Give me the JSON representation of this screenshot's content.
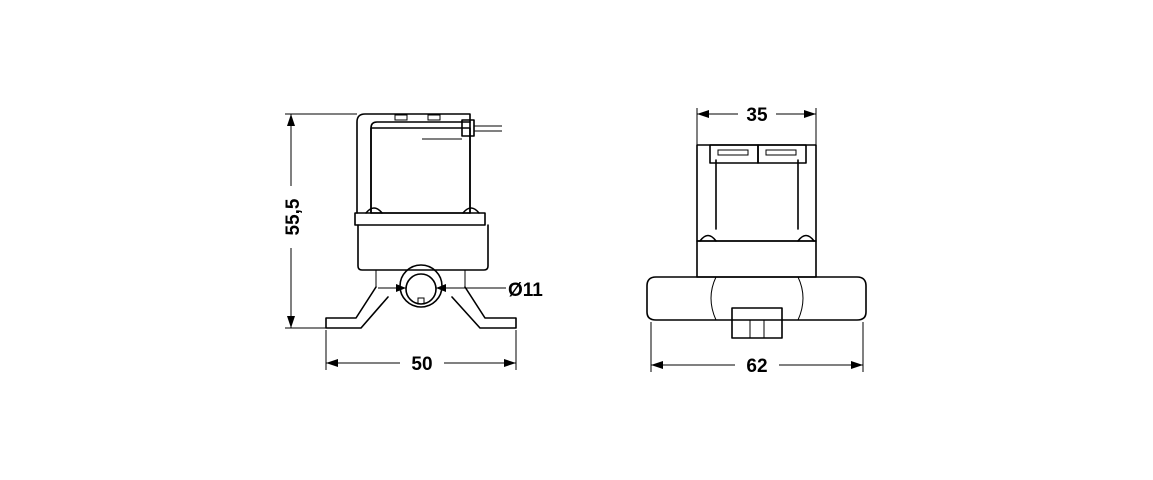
{
  "figure": {
    "side_view": {
      "height_label": "55,5",
      "width_label": "50",
      "port_label": "Ø11"
    },
    "front_view": {
      "top_width_label": "35",
      "bottom_width_label": "62"
    }
  }
}
